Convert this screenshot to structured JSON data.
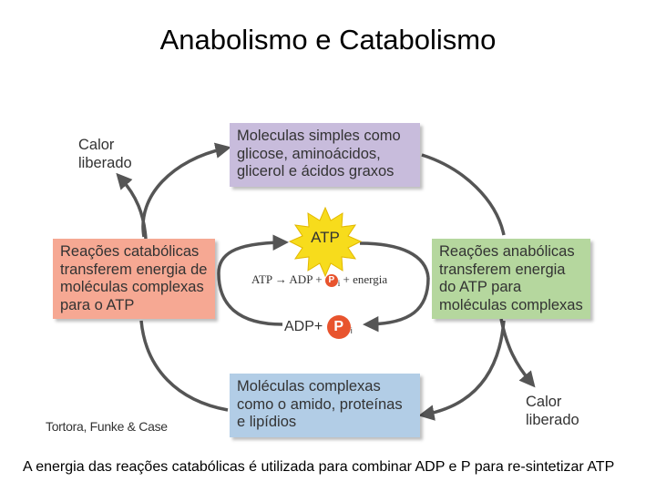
{
  "title": "Anabolismo e Catabolismo",
  "boxes": {
    "top": [
      "Moleculas simples como",
      "glicose, aminoácidos,",
      "glicerol e ácidos graxos"
    ],
    "left": [
      "Reações catabólicas",
      "transferem energia de",
      "moléculas complexas",
      "para o ATP"
    ],
    "right": [
      "Reações anabólicas",
      "transferem energia",
      "do ATP para",
      "moléculas complexas"
    ],
    "bottom": [
      "Moléculas complexas",
      "como o amido, proteínas",
      "e lipídios"
    ]
  },
  "heat_top": [
    "Calor",
    "liberado"
  ],
  "heat_bottom": [
    "Calor",
    "liberado"
  ],
  "atp": {
    "label": "ATP",
    "equation_left": "ATP → ADP +",
    "p": "P",
    "i": "i",
    "equation_right": "+ energia",
    "adp": "ADP+"
  },
  "credit": "Tortora, Funke & Case",
  "caption": "A energia das reações catabólicas é utilizada para combinar ADP e P para re-sintetizar ATP",
  "colors": {
    "top_box": "#c8bcdc",
    "left_box": "#f6a893",
    "right_box": "#b5d79e",
    "bottom_box": "#b2cde6",
    "atp_star": "#f7dc1c",
    "phosphate": "#e8542e",
    "arrows": "#555555"
  }
}
